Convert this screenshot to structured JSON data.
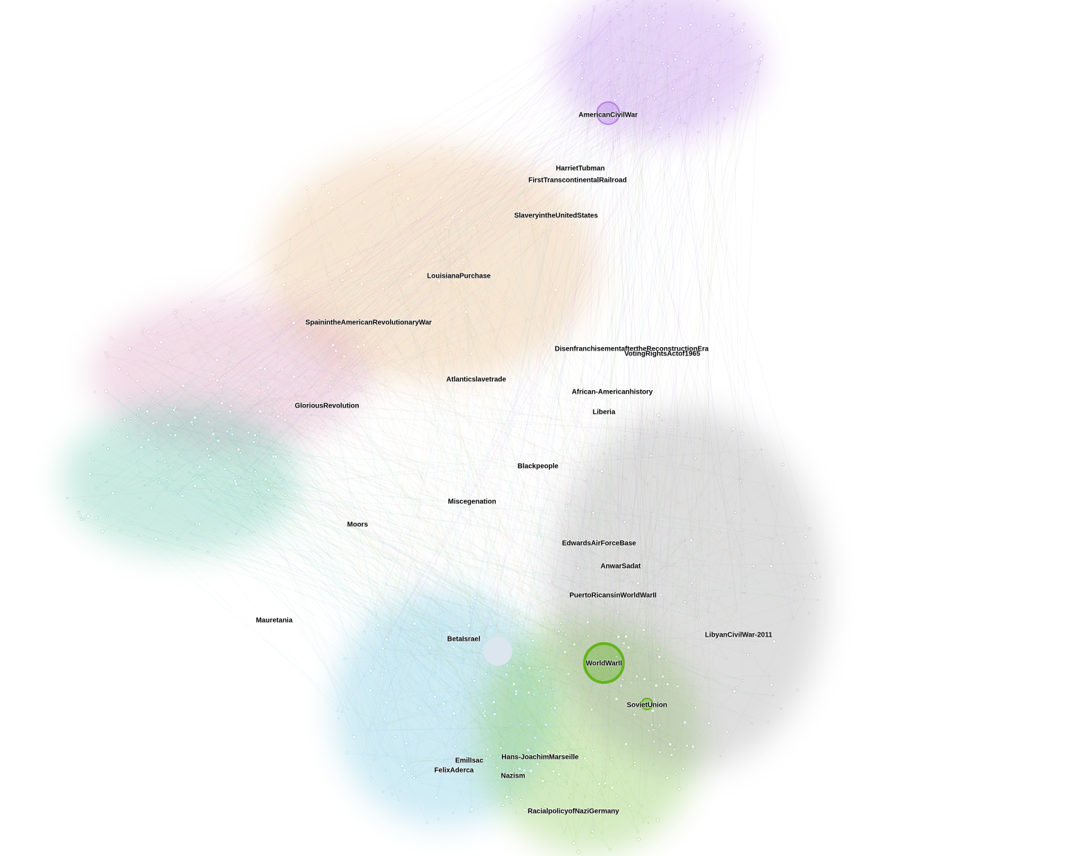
{
  "clusters": [
    {
      "name": "american-civil-war-cluster",
      "color": "#b57ee6"
    },
    {
      "name": "early-america-cluster",
      "color": "#e6b57e"
    },
    {
      "name": "british-history-cluster",
      "color": "#d99ab8"
    },
    {
      "name": "european-wars-cluster",
      "color": "#5ec2a6"
    },
    {
      "name": "israel-judaism-cluster",
      "color": "#6cc4e0"
    },
    {
      "name": "world-war-ii-cluster",
      "color": "#7cc242"
    },
    {
      "name": "modern-conflicts-cluster",
      "color": "#9a9a9a"
    }
  ],
  "hubs": [
    {
      "key": "acw",
      "color": "#b57ee6"
    },
    {
      "key": "wwii",
      "color": "#64b31e"
    },
    {
      "key": "ussr",
      "color": "#64b31e"
    },
    {
      "key": "israel",
      "color": "#dbe6ee"
    }
  ],
  "labels": {
    "american_civil_war": "AmericanCivilWar",
    "harriet_tubman": "HarrietTubman",
    "first_transcontinental_railroad": "FirstTranscontinentalRailroad",
    "slavery_us": "SlaveryintheUnitedStates",
    "louisiana_purchase": "LouisianaPurchase",
    "spain_arw": "SpainintheAmericanRevolutionaryWar",
    "disenfranchisement": "DisenfranchisementaftertheReconstructionEra",
    "voting_rights_act": "VotingRightsActof1965",
    "atlantic_slave_trade": "Atlanticslavetrade",
    "african_american_history": "African-Americanhistory",
    "glorious_revolution": "GloriousRevolution",
    "liberia": "Liberia",
    "black_people": "Blackpeople",
    "miscegenation": "Miscegenation",
    "moors": "Moors",
    "edwards_afb": "EdwardsAirForceBase",
    "anwar_sadat": "AnwarSadat",
    "puerto_ricans_wwii": "PuertoRicansinWorldWarII",
    "mauretania": "Mauretania",
    "libyan_civil_war": "LibyanCivilWar-2011",
    "beta_israel": "BetaIsrael",
    "world_war_ii": "WorldWarII",
    "soviet_union": "SovietUnion",
    "emil_isac": "EmilIsac",
    "hans_joachim_marseille": "Hans-JoachimMarseille",
    "felix_aderca": "FelixAderca",
    "nazism": "Nazism",
    "racial_policy": "RacialpolicyofNaziGermany"
  }
}
